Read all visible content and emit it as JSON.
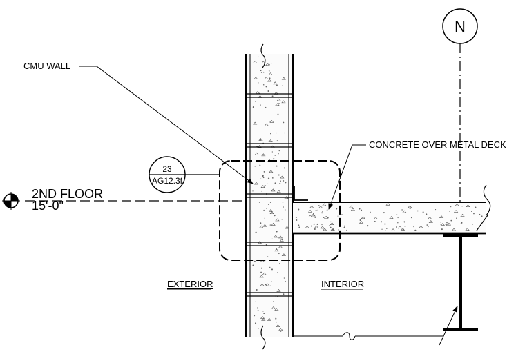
{
  "labels": {
    "cmu_wall": "CMU WALL",
    "concrete_deck": "CONCRETE OVER METAL DECK",
    "level_name": "2ND FLOOR",
    "level_elev": "15'-0\"",
    "exterior": "EXTERIOR",
    "interior": "INTERIOR",
    "grid_id": "N"
  },
  "detail_callout": {
    "number": "23",
    "sheet": "AG12.3f"
  },
  "colors": {
    "line": "#000000",
    "background": "#ffffff"
  }
}
